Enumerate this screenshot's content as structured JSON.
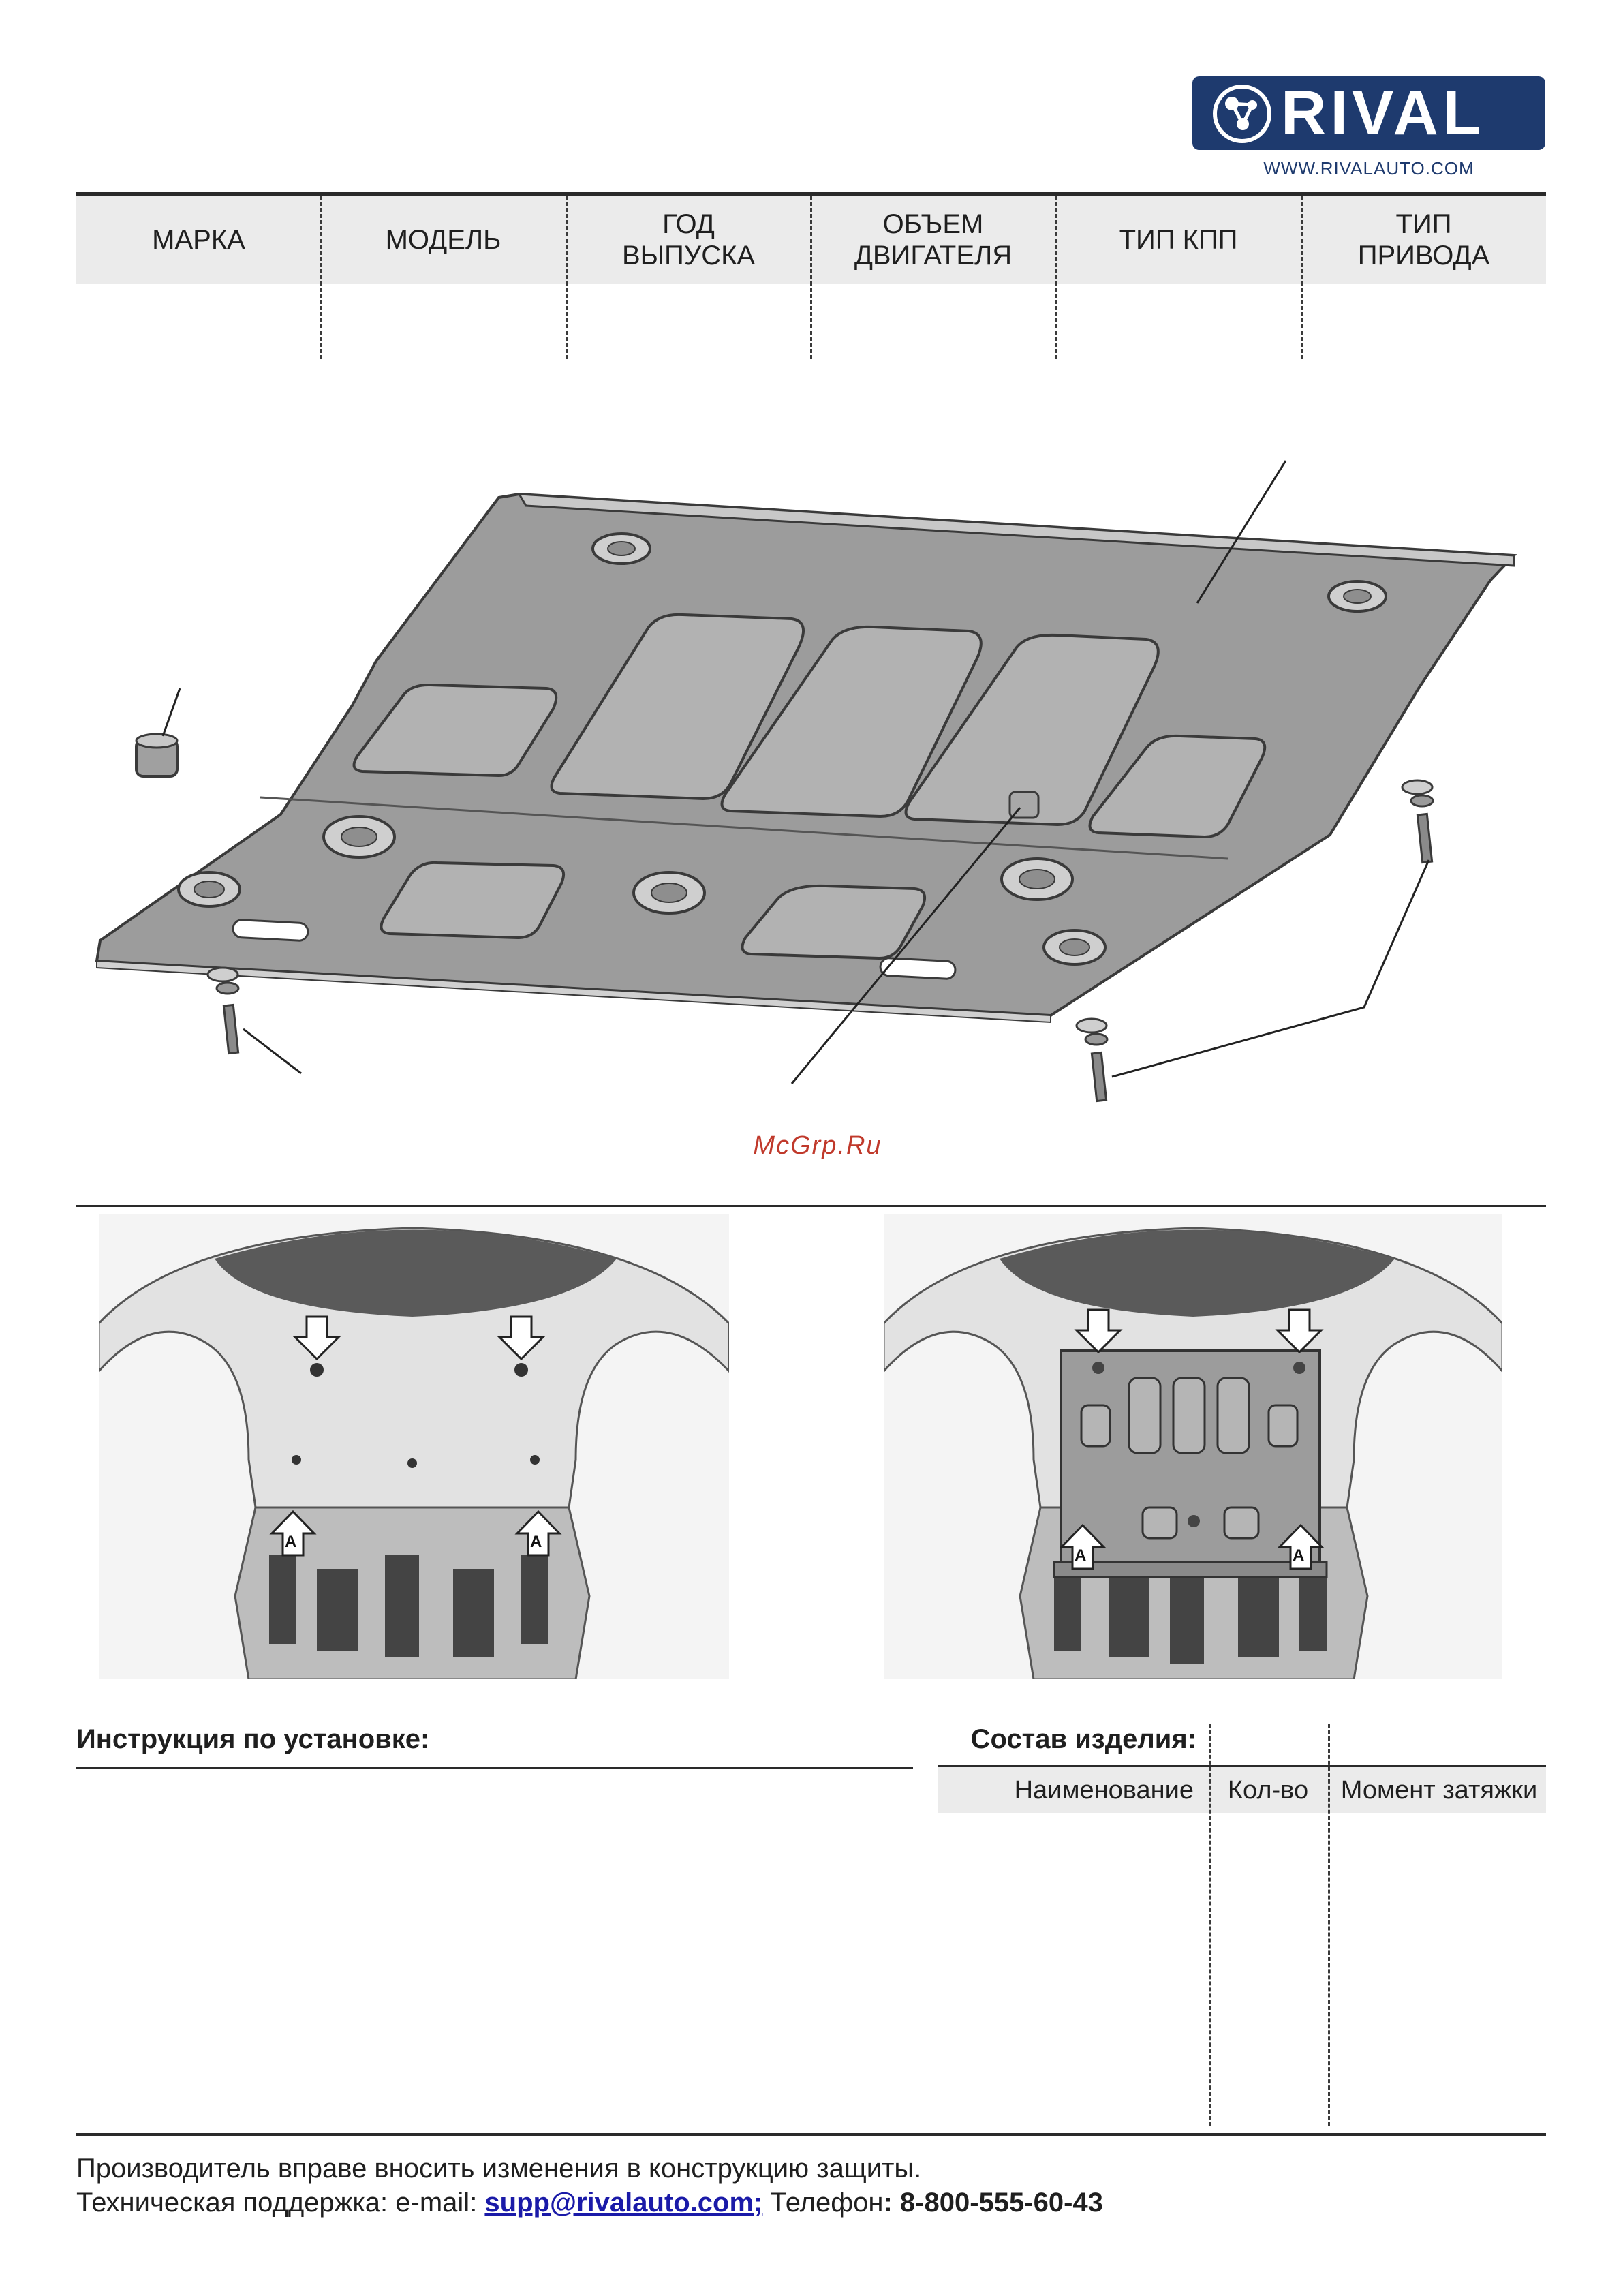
{
  "brand": {
    "name": "RIVAL",
    "url": "WWW.RIVALAUTO.COM",
    "color": "#1e3a6e"
  },
  "spec_table": {
    "columns": [
      "МАРКА",
      "МОДЕЛЬ",
      "ГОД\nВЫПУСКА",
      "ОБЪЕМ\nДВИГАТЕЛЯ",
      "ТИП КПП",
      "ТИП\nПРИВОДА"
    ]
  },
  "watermark": "McGrp.Ru",
  "photos": {
    "label_a": "A"
  },
  "instructions": {
    "title": "Инструкция по установке:"
  },
  "parts": {
    "title": "Состав изделия:",
    "headers": [
      "Наименование",
      "Кол-во",
      "Момент затяжки"
    ]
  },
  "footer": {
    "line1": "Производитель вправе вносить изменения в конструкцию защиты.",
    "support_label": "Техническая поддержка:  e-mail: ",
    "email": "supp@rivalauto.com",
    "email_suffix": ";",
    "phone_label": " Телефон",
    "phone": ": 8-800-555-60-43"
  }
}
